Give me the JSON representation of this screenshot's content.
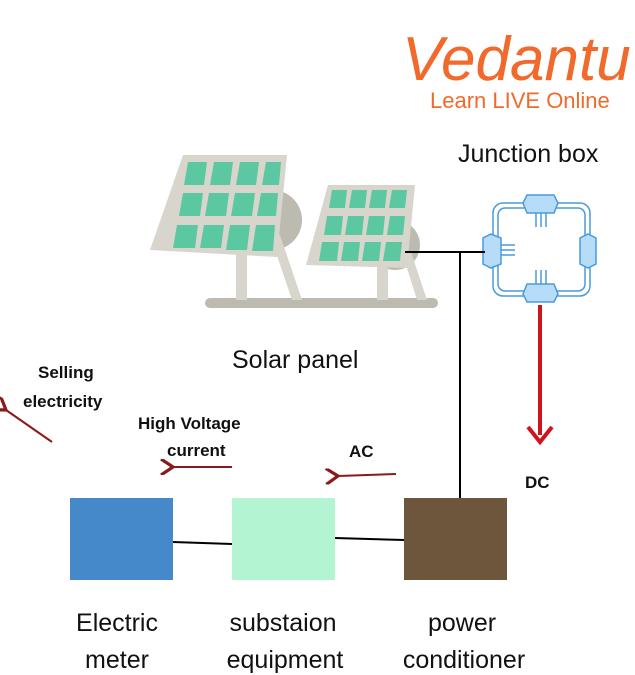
{
  "logo": {
    "brand": "Vedantu",
    "tagline": "Learn LIVE Online",
    "color": "#F26A2B"
  },
  "labels": {
    "junction_box": "Junction box",
    "solar_panel": "Solar panel",
    "selling_1": "Selling",
    "selling_2": "electricity",
    "hv_1": "High Voltage",
    "hv_2": "current",
    "ac": "AC",
    "dc": "DC"
  },
  "blocks": [
    {
      "line1": "Electric",
      "line2": "meter",
      "color": "#4589CB"
    },
    {
      "line1": "substaion",
      "line2": "equipment",
      "color": "#B3F5D3"
    },
    {
      "line1": "power",
      "line2": "conditioner",
      "color": "#6E563D"
    }
  ]
}
